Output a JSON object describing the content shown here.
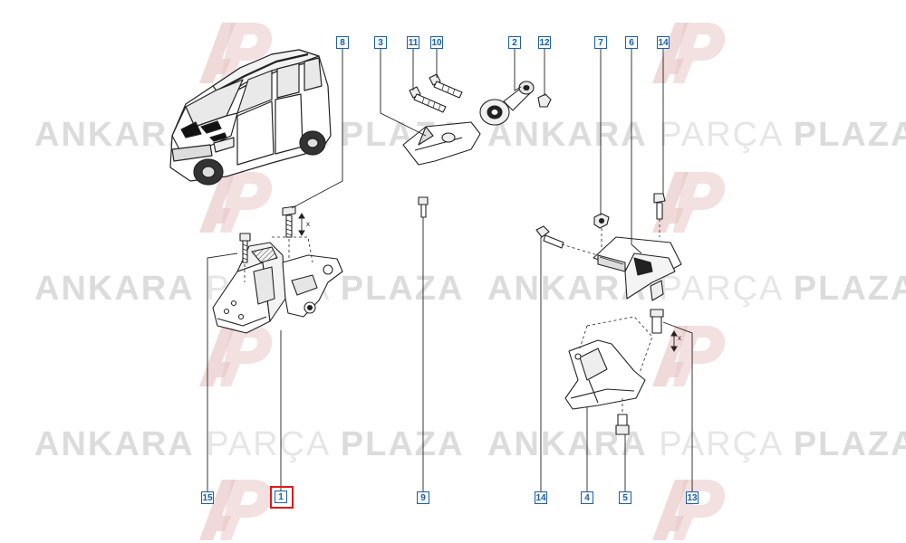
{
  "watermark": {
    "word1": "ANKARA",
    "word2": "PARÇA",
    "word3": "PLAZA"
  },
  "part_callouts": [
    {
      "id": "c8",
      "label": "8"
    },
    {
      "id": "c3",
      "label": "3"
    },
    {
      "id": "c11",
      "label": "11"
    },
    {
      "id": "c10",
      "label": "10"
    },
    {
      "id": "c2",
      "label": "2"
    },
    {
      "id": "c12",
      "label": "12"
    },
    {
      "id": "c7",
      "label": "7"
    },
    {
      "id": "c6",
      "label": "6"
    },
    {
      "id": "c14a",
      "label": "14"
    },
    {
      "id": "c15",
      "label": "15"
    },
    {
      "id": "c1",
      "label": "1"
    },
    {
      "id": "c9",
      "label": "9"
    },
    {
      "id": "c14b",
      "label": "14"
    },
    {
      "id": "c4",
      "label": "4"
    },
    {
      "id": "c5",
      "label": "5"
    },
    {
      "id": "c13",
      "label": "13"
    }
  ],
  "selected_part": "1",
  "dimension_marks": {
    "x1": "x",
    "x2": "x"
  },
  "colors": {
    "callout": "#1d5fa6",
    "highlight": "#e01818",
    "watermark_text": "#dcdcdc",
    "watermark_logo": "#e9c9c9",
    "line": "#222222"
  }
}
